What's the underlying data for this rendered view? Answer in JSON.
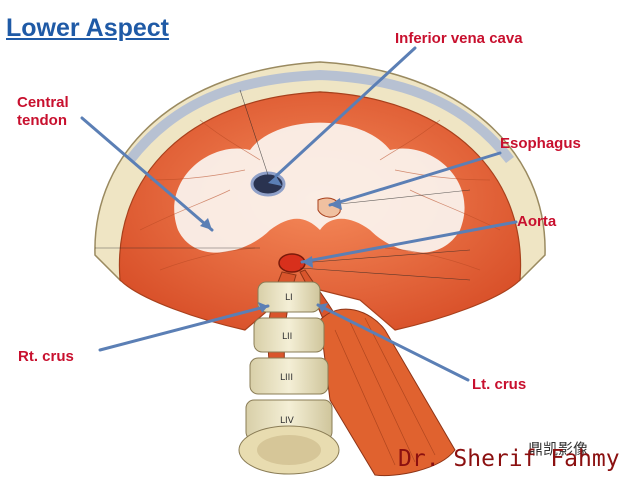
{
  "title": "Lower Aspect",
  "labels": {
    "ivc": "Inferior vena cava",
    "central_tendon_l1": "Central",
    "central_tendon_l2": "tendon",
    "esophagus": "Esophagus",
    "aorta": "Aorta",
    "rt_crus": "Rt. crus",
    "lt_crus": "Lt. crus"
  },
  "vertebrae": [
    "LI",
    "LII",
    "LIII",
    "LIV"
  ],
  "signature": "Dr. Sherif Fahmy",
  "watermark": "鼎凯影像",
  "colors": {
    "title": "#1f5aa6",
    "label": "#c8102e",
    "arrow": "#5b7fb5",
    "muscle": "#e8663a",
    "tendon": "#ffffff"
  }
}
